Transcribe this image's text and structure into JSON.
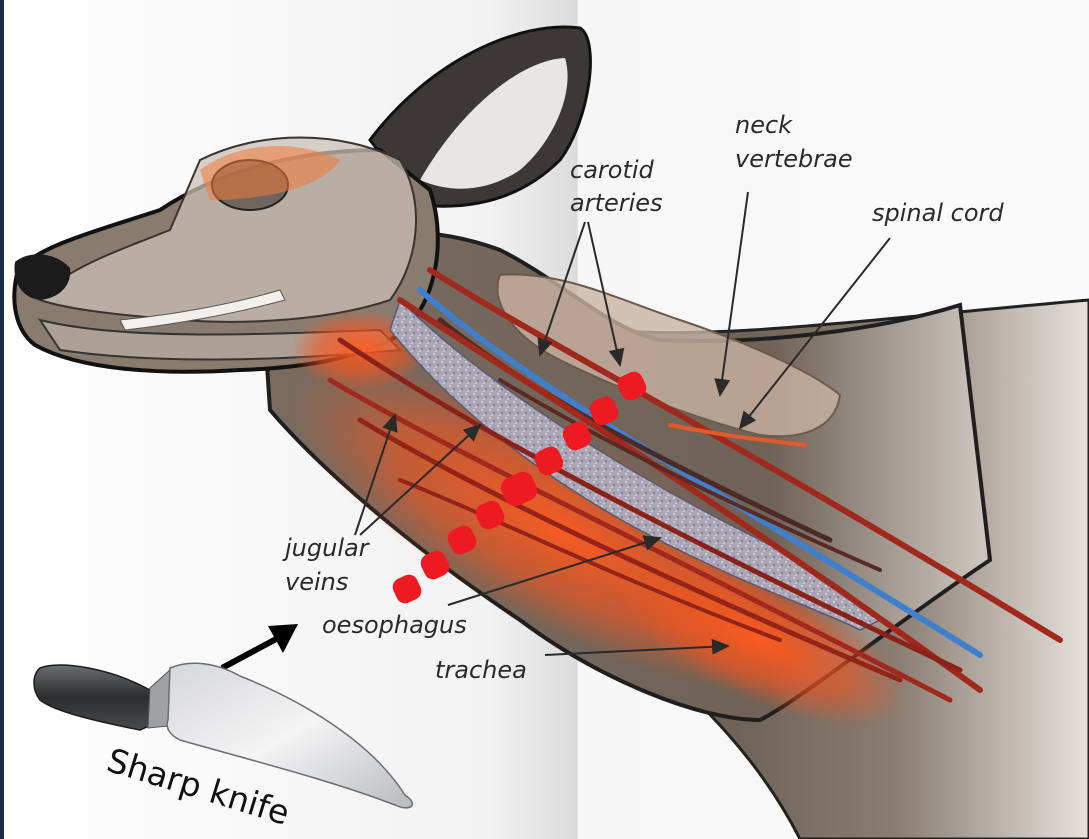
{
  "labels": {
    "neck_vertebrae": [
      "neck",
      "vertebrae"
    ],
    "carotid_arteries": [
      "carotid",
      "arteries"
    ],
    "spinal_cord": "spinal cord",
    "jugular_veins": [
      "jugular",
      "veins"
    ],
    "oesophagus": "oesophagus",
    "trachea": "trachea",
    "knife": "Sharp knife"
  },
  "colors": {
    "frame": "#1a2a4a",
    "hide": "#77685c",
    "artery": "#a0281d",
    "vein_blue": "#3f7fcc",
    "muscle_glow": "#f4582a",
    "cut_dot": "#ee1a22",
    "leader": "#2a2a2a"
  },
  "icons": {
    "cut_direction": "arrow-up-right-icon",
    "knife": "kitchen-knife-icon"
  }
}
